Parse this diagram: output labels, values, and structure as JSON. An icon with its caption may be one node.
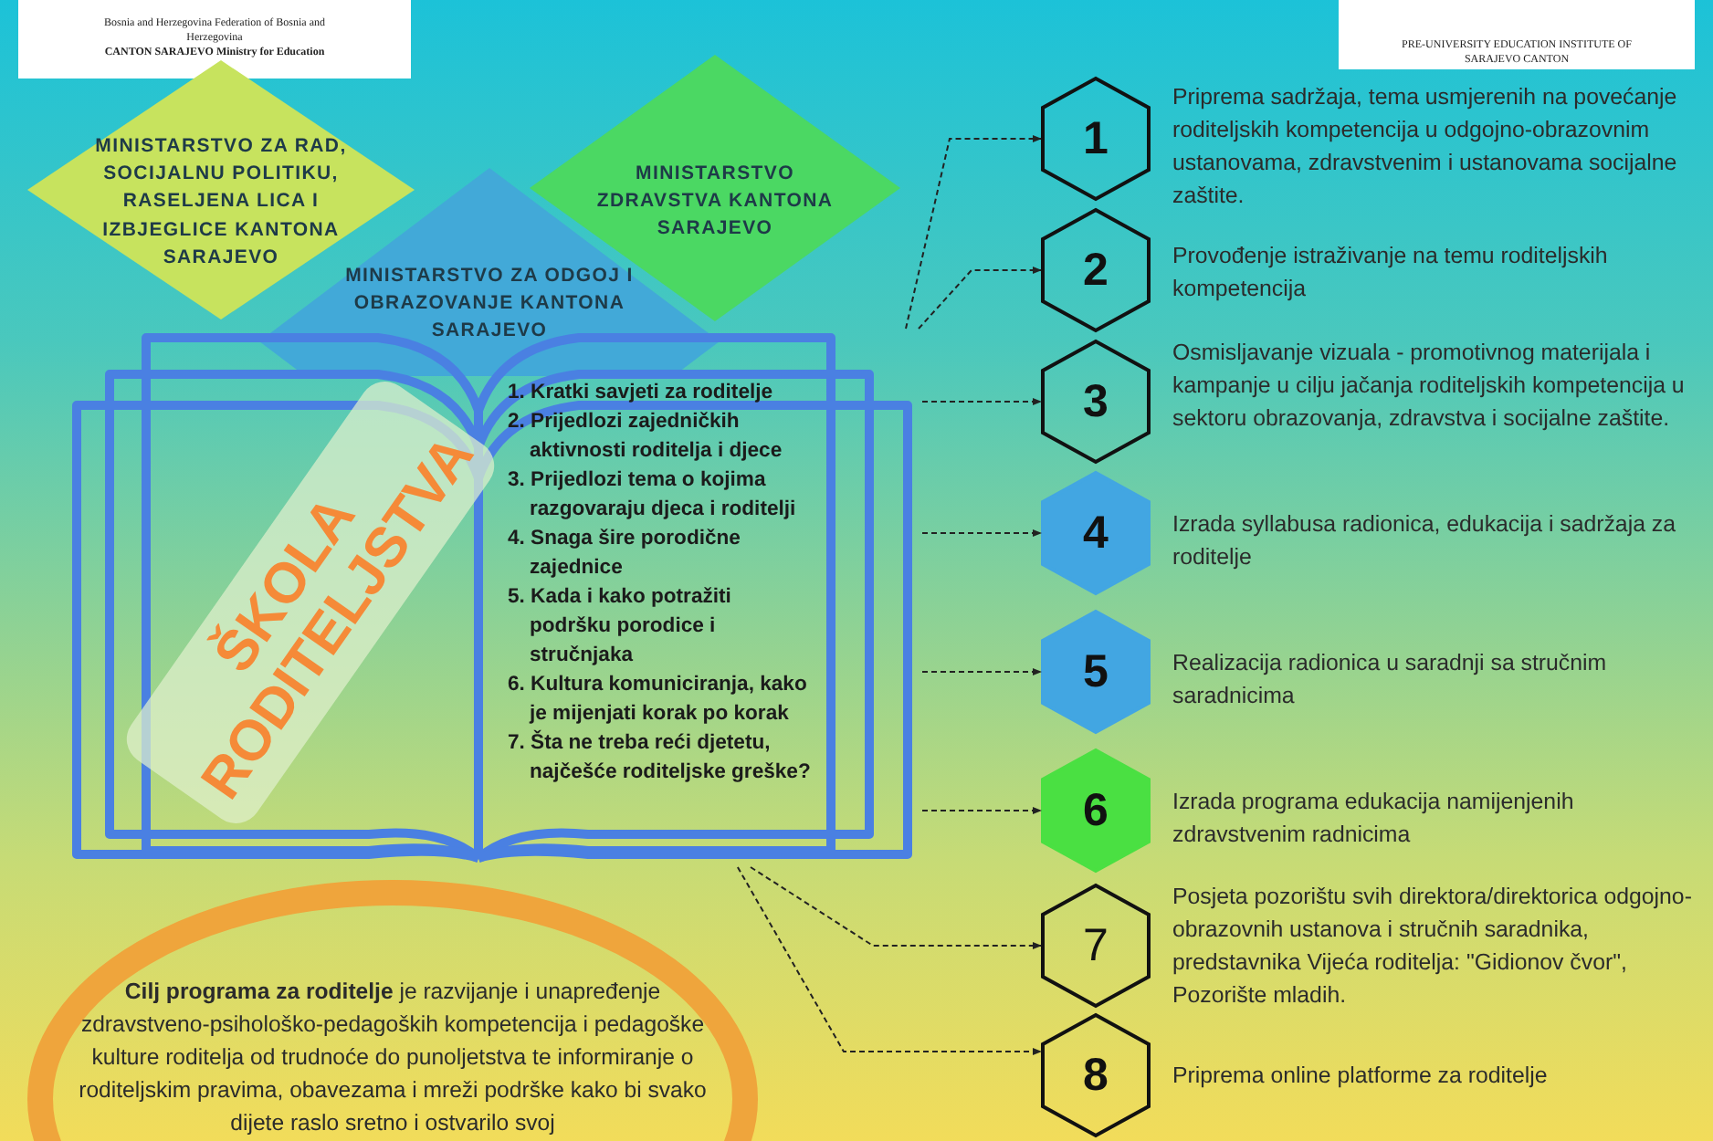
{
  "diagram": {
    "nodes": [
      {
        "text": [
          "Bosnia and Herzegovina Federation of Bosnia and Herzegovina",
          "CANTON SARAJEVO Ministry for Education"
        ]
      },
      {
        "text": [
          "PRE-UNIVERSITY EDUCATION INSTITUTE OF SARAJEVO CANTON"
        ]
      },
      {
        "text": [
          "MINISTARSTVO ZA RAD, SOCIJALNU POLITIKU, RASELJENA LICA I IZBJEGLICE KANTONA SARAJEVO"
        ]
      },
      {
        "text": [
          "MINISTARSTVO ZDRAVSTVA KANTONA SARAJEVO"
        ]
      },
      {
        "text": [
          "MINISTARSTVO ZA ODGOJ I OBRAZOVANJE KANTONA SARAJEVO"
        ]
      },
      {
        "text": [
          "ŠKOLA RODITELJSTVA",
          "1. Kratki savjeti za roditelje",
          "2. Prijedlozi zajedničkih aktivnosti roditelja i djece",
          "3. Prijedlozi tema o kojima razgovaraju djeca i roditelji",
          "4. Snaga šire porodične zajednice",
          "5. Kada i kako potražiti podršku porodice i stručnjaka",
          "6. Kultura komuniciranja, kako je mijenjati korak po korak",
          "7. Šta ne treba reći djetetu, najčešće roditeljske greške?"
        ]
      },
      {
        "text": [
          "**Cilj programa za roditelje** je razvijanje i unapređenje zdravstveno-psihološko-pedagoških kompetencija i pedagoške kulture roditelja od trudnoće do punoljetstva te informiranje o roditeljskim pravima, obavezama i mreži podrške kako bi svako dijete raslo sretno i ostvarilo svoj"
        ]
      },
      {
        "text": [
          "1"
        ],
        "beside": [
          "Priprema sadržaja, tema usmjerenih na povećanje roditeljskih kompetencija u odgojno-obrazovnim ustanovama, zdravstvenim i ustanovama socijalne zaštite."
        ]
      },
      {
        "text": [
          "2"
        ],
        "beside": [
          "Provođenje istraživanje na temu roditeljskih kompetencija"
        ]
      },
      {
        "text": [
          "3"
        ],
        "beside": [
          "Osmisljavanje vizuala - promotivnog materijala i kampanje u cilju jačanja roditeljskih kompetencija u sektoru obrazovanja, zdravstva i socijalne zaštite."
        ]
      },
      {
        "text": [
          "4"
        ],
        "beside": [
          "Izrada syllabusa radionica, edukacija i sadržaja za roditelje"
        ]
      },
      {
        "text": [
          "5"
        ],
        "beside": [
          "Realizacija radionica u saradnji sa stručnim saradnicima"
        ]
      },
      {
        "text": [
          "6"
        ],
        "beside": [
          "Izrada programa edukacija namijenjenih zdravstvenim radnicima"
        ]
      },
      {
        "text": [
          "7"
        ],
        "beside": [
          "Posjeta pozorištu svih direktora/direktorica odgojno-obrazovnih ustanova i stručnih saradnika, predstavnika Vijeća roditelja: \"Gidionov čvor\", Pozorište mladih."
        ]
      },
      {
        "text": [
          "8"
        ],
        "beside": [
          "Priprema online platforme za roditelje"
        ]
      }
    ],
    "edges": [
      {
        "from": 5,
        "to": 7,
        "arrow": "to",
        "style": "dashed"
      },
      {
        "from": 5,
        "to": 8,
        "arrow": "to",
        "style": "dashed"
      },
      {
        "from": 5,
        "to": 9,
        "arrow": "to",
        "style": "dashed"
      },
      {
        "from": 5,
        "to": 10,
        "arrow": "to",
        "style": "dashed"
      },
      {
        "from": 5,
        "to": 11,
        "arrow": "to",
        "style": "dashed"
      },
      {
        "from": 5,
        "to": 12,
        "arrow": "to",
        "style": "dashed"
      },
      {
        "from": 5,
        "to": 13,
        "arrow": "to",
        "style": "dashed"
      },
      {
        "from": 5,
        "to": 14,
        "arrow": "to",
        "style": "dashed"
      }
    ]
  }
}
